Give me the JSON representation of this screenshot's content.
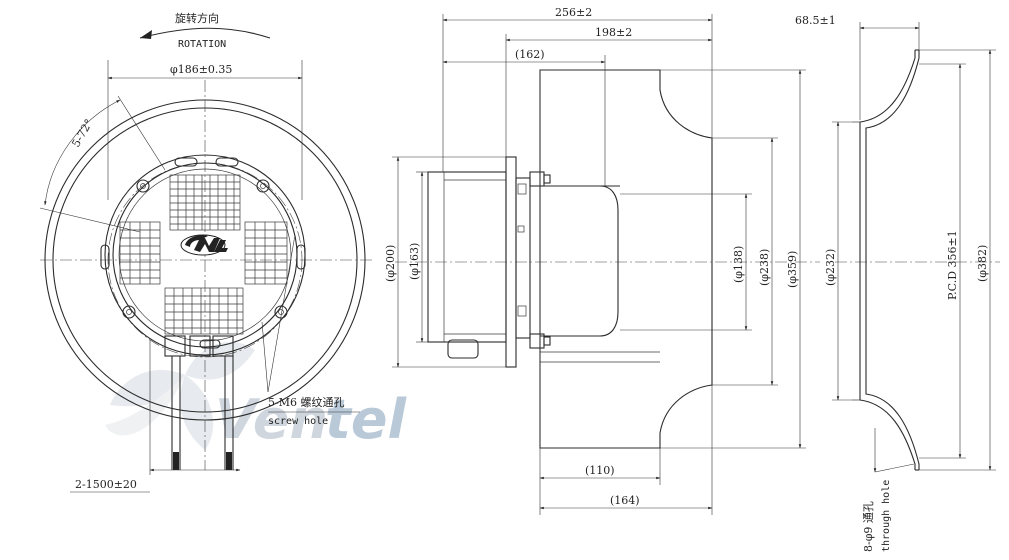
{
  "front_view": {
    "rotation_cn": "旋转方向",
    "rotation_en": "ROTATION",
    "bolt_circle_dim": "φ186±0.35",
    "angle_dim": "5-72°",
    "screw_hole_cn": "5-M6 螺纹通孔",
    "screw_hole_en": "screw hole",
    "cable_dim": "2-1500±20"
  },
  "side_view": {
    "overall_length": "256±2",
    "impeller_length": "198±2",
    "motor_length": "(162)",
    "dia_motor_outer": "(φ200)",
    "dia_motor_inner": "(φ163)",
    "dia_hub": "(φ138)",
    "dia_inlet": "(φ238)",
    "dia_impeller": "(φ359)",
    "blade_depth": "(110)",
    "impeller_depth": "(164)"
  },
  "ring_view": {
    "ring_width": "68.5±1",
    "dia_inner": "(φ232)",
    "pcd": "P.C.D 356±1",
    "dia_outer": "(φ382)",
    "through_hole_cn": "8-φ9 通孔",
    "through_hole_en": "through hole"
  },
  "watermark": {
    "text_a": "Ven",
    "text_b": "tel"
  },
  "colors": {
    "line": "#2b2b2b",
    "watermark_gray": "#cfd6de",
    "watermark_blue": "#b9c9d8"
  }
}
